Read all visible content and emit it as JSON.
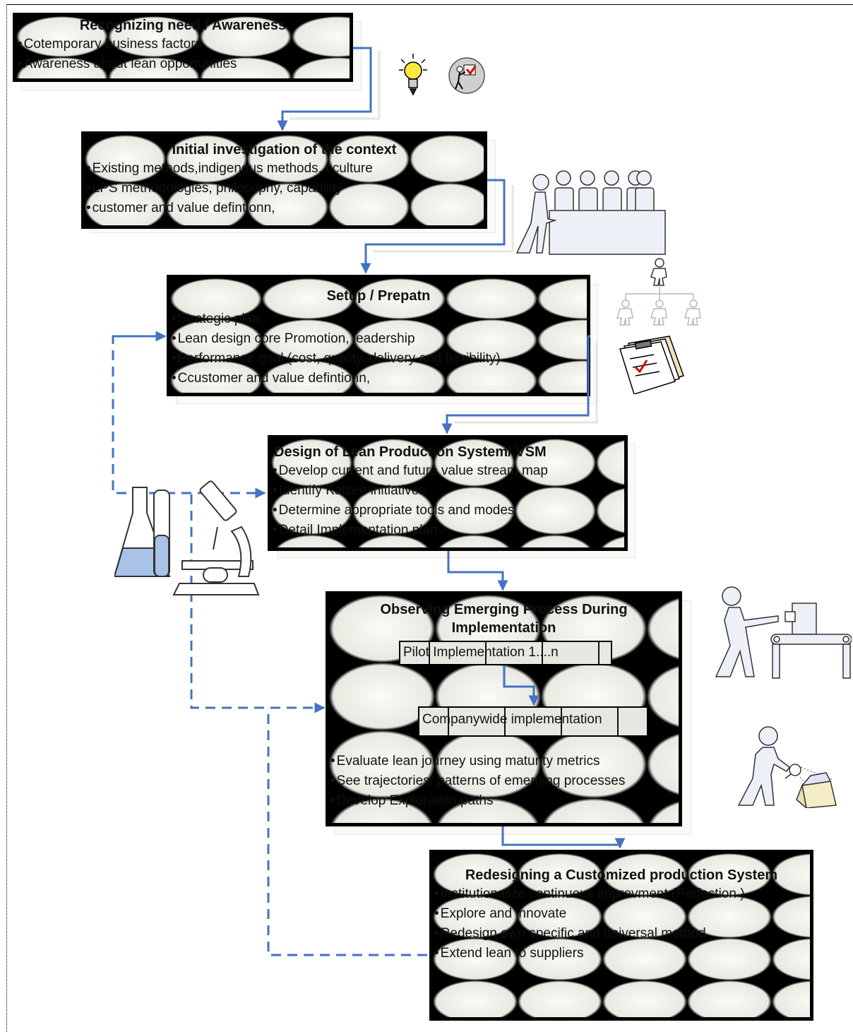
{
  "stages": [
    {
      "id": "awareness",
      "title": "Recognizing need / Awareness",
      "items": [
        "Cotemporary business factors",
        "Awareness about lean opportunities"
      ]
    },
    {
      "id": "investigation",
      "title": "Initial investigation of the context",
      "items": [
        "Existing methods,indigenous methods, cculture",
        "LPS methodologies, philosophy, capability",
        "customer and value defintionn,"
      ]
    },
    {
      "id": "setup",
      "title": "Setup / Prepatn",
      "items": [
        "Strategic plan",
        "Lean design core Promotion, leadership",
        "Performance goal (cost, quality, delivery and flexibility)",
        "Ccustomer and  value defintionn,"
      ]
    },
    {
      "id": "design",
      "title": "Design of Lean Production System/ VSM",
      "items": [
        "Develop current and future value stream map",
        "Identify Kaizen initiatives",
        "Determine appropriate tools and modes",
        "Detail Implementation plan"
      ]
    },
    {
      "id": "observing",
      "title": "Observing Emerging Process During Implementation",
      "pilot": "Pilot Implementation 1....n",
      "companywide": "Companywide implementation",
      "items": [
        "Evaluate lean journey using maturity metrics",
        "See trajectories/ patterns of emerging processes",
        "Develop Exploration paths"
      ]
    },
    {
      "id": "redesign",
      "title": "Redesigning a Customized production System",
      "items": [
        "Institutionalize continuous improvment (Perfection )",
        "Explore and innovate",
        "Redesign own specific and universal method",
        "Extend lean to suppliers"
      ]
    }
  ],
  "colors": {
    "arrow": "#4472c4",
    "border": "#000000",
    "fill": "#f4f4ee"
  },
  "icons": [
    "light-bulb-icon",
    "certificate-globe-icon",
    "team-meeting-icon",
    "org-chart-icon",
    "clipboard-checklist-icon",
    "worker-conveyor-icon",
    "inspector-magnifier-icon",
    "lab-flask-microscope-icon"
  ]
}
